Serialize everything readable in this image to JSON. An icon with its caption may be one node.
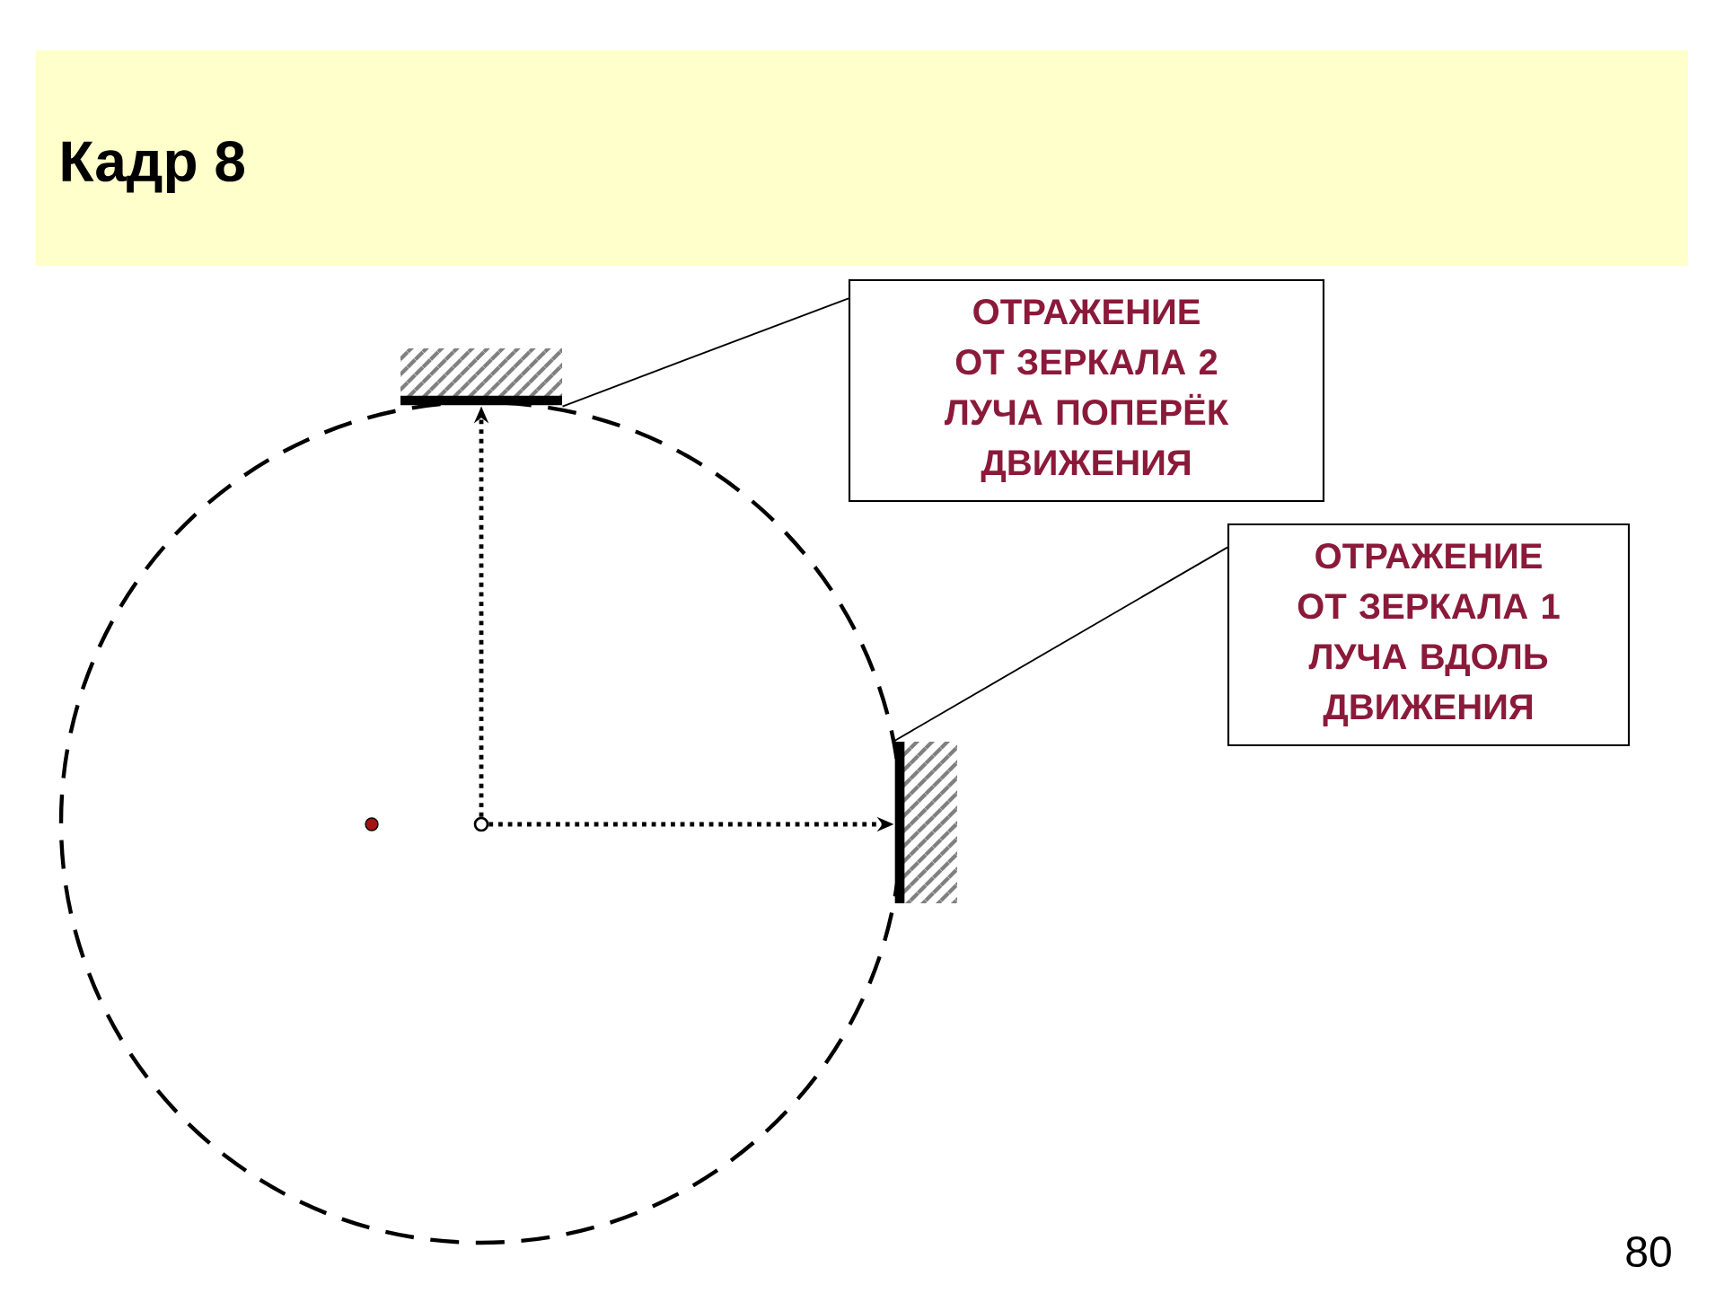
{
  "diagram": {
    "title": "Кадр 8",
    "nodes": [
      {
        "text": [
          "ОТРАЖЕНИЕ ОТ ЗЕРКАЛА 2 ЛУЧА ПОПЕРЁК ДВИЖЕНИЯ"
        ]
      },
      {
        "text": [
          "ОТРАЖЕНИЕ ОТ ЗЕРКАЛА 1 ЛУЧА ВДОЛЬ ДВИЖЕНИЯ"
        ]
      },
      {
        "text": [],
        "shape": "box"
      },
      {
        "text": [],
        "shape": "box"
      },
      {
        "text": [],
        "shape": "circle"
      }
    ],
    "edges": [
      {
        "from": 0,
        "to": 2,
        "arrow": "none"
      },
      {
        "from": 1,
        "to": 3,
        "arrow": "none"
      },
      {
        "from": 4,
        "to": 2,
        "arrow": "to",
        "style": "dashed"
      },
      {
        "from": 4,
        "to": 3,
        "arrow": "to",
        "style": "dashed"
      }
    ],
    "labels": [
      "80"
    ]
  }
}
